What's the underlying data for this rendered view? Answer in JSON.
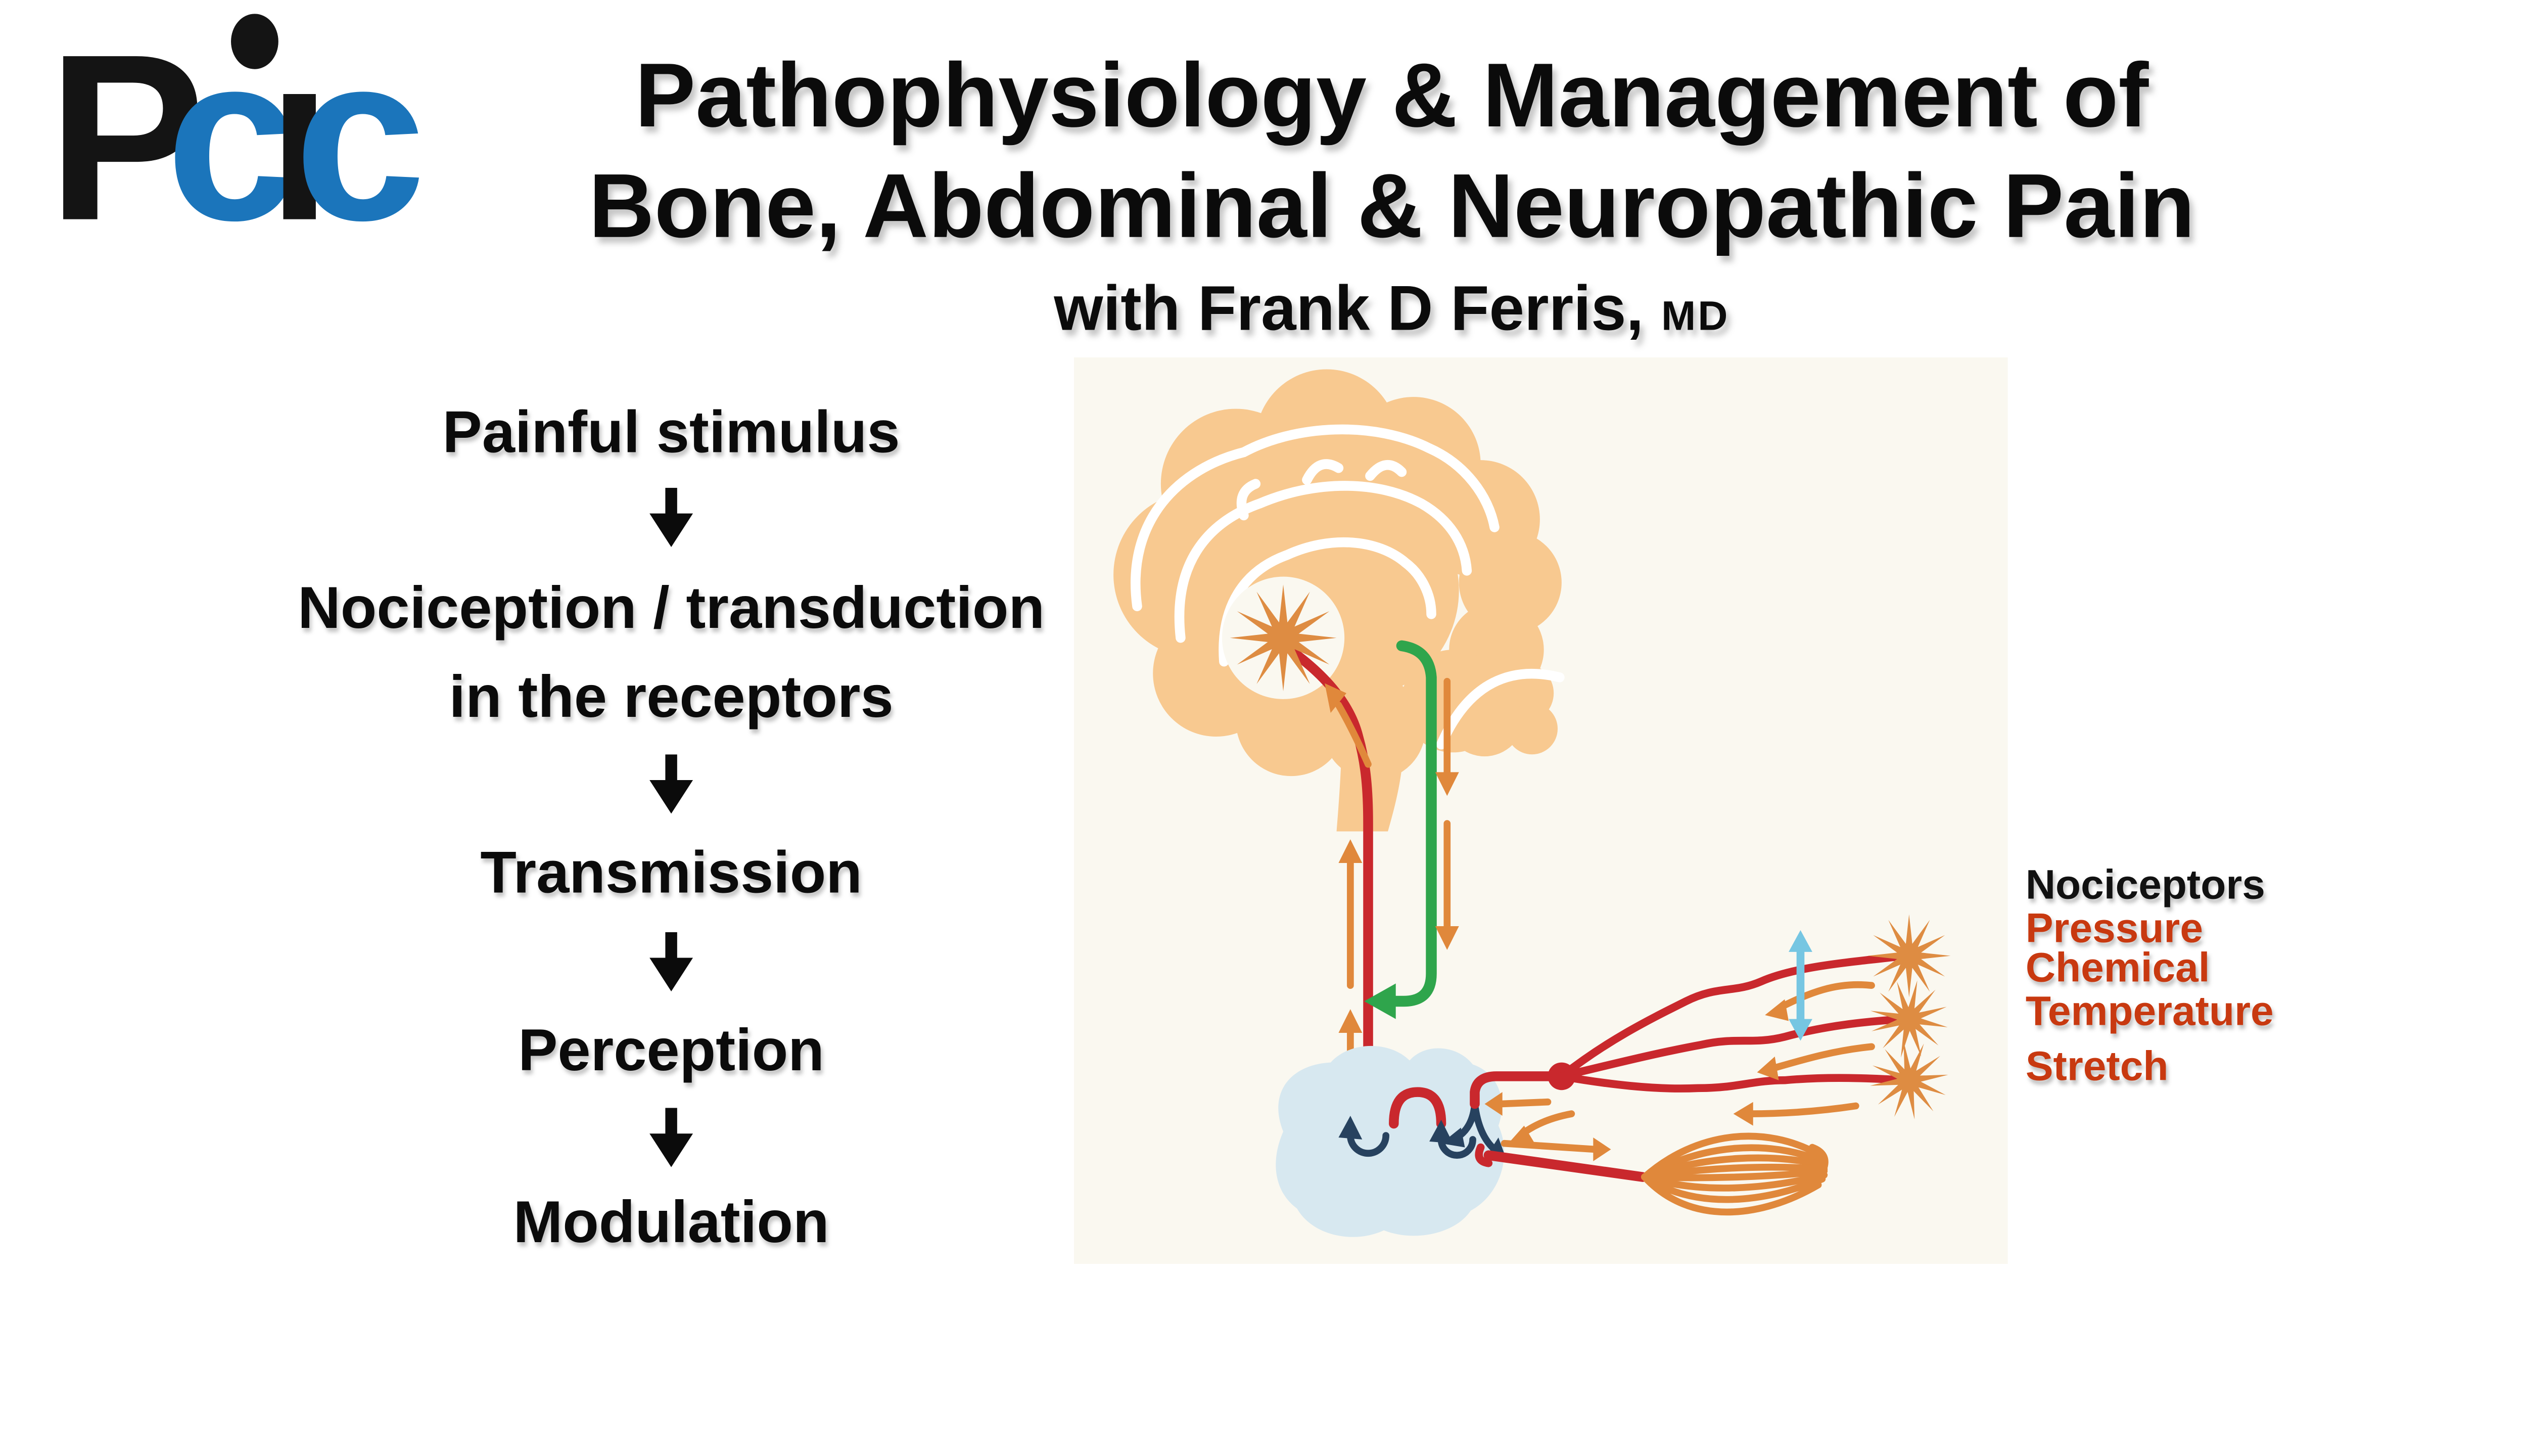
{
  "slide": {
    "title_line1": "Pathophysiology & Management of",
    "title_line2": "Bone, Abdominal & Neuropathic Pain",
    "subtitle": "with Frank D Ferris,",
    "subtitle_degree": "MD"
  },
  "logo": {
    "text": "pcic",
    "letters": [
      {
        "char": "P",
        "color_role": "logo_black"
      },
      {
        "char": "c",
        "color_role": "logo_blue"
      },
      {
        "char": "ı",
        "color_role": "logo_black"
      },
      {
        "char": "c",
        "color_role": "logo_blue"
      }
    ]
  },
  "flow": {
    "steps": [
      "Painful stimulus",
      "Nociception / transduction",
      "in the receptors",
      "Transmission",
      "Perception",
      "Modulation"
    ]
  },
  "receptors": {
    "heading": "Nociceptors",
    "items": [
      "Pressure",
      "Chemical",
      "Temperature",
      "Stretch"
    ]
  },
  "icons": {
    "flow_arrow": "thick-down-arrow",
    "brain_starburst": "12-point-star",
    "nociceptor_starburst": "12-point-star",
    "modulation_arrow": "vertical-double-arrow",
    "muscle_spindle": "fan-of-curved-fibers"
  },
  "colors": {
    "page_bg": "#FFFFFF",
    "panel_bg": "#FAF8F0",
    "title_text": "#0B0B0B",
    "logo_black": "#141414",
    "logo_blue": "#1B75BB",
    "brain": "#F8C990",
    "starburst": "#DE8C42",
    "afferent_red": "#C9282D",
    "efferent_green": "#2FA54C",
    "signal_orange": "#E0883B",
    "spinal_cord_blue": "#D7E8F0",
    "synapse_navy": "#27425F",
    "modulation_light_blue": "#76C6E2",
    "receptor_label": "#C83910"
  }
}
